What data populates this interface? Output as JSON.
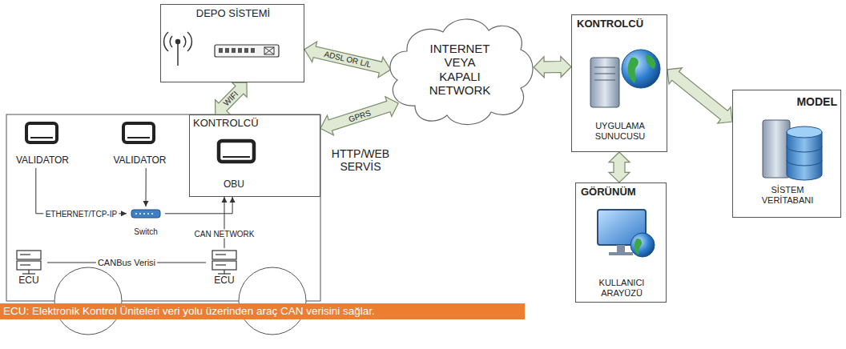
{
  "diagram": {
    "nodes": [
      {
        "text": [
          "DEPO SİSTEMİ"
        ]
      },
      {
        "text": [
          "INTERNET VEYA KAPALI NETWORK"
        ]
      },
      {
        "text": [
          "KONTROLCÜ",
          "UYGULAMA SUNUCUSU"
        ]
      },
      {
        "text": [
          "MODEL",
          "SİSTEM VERİTABANI"
        ]
      },
      {
        "text": [
          "VALIDATOR"
        ]
      },
      {
        "text": [
          "VALIDATOR"
        ]
      },
      {
        "text": [
          "KONTROLCÜ",
          "OBU"
        ]
      },
      {
        "text": [
          "Switch"
        ]
      },
      {
        "text": [
          "ECU"
        ]
      },
      {
        "text": [
          "ECU"
        ]
      },
      {
        "text": [
          "GÖRÜNÜM",
          "KULLANICI ARAYÜZÜ"
        ]
      }
    ],
    "edges": [
      {
        "from": 0,
        "to": 1,
        "arrow": "both",
        "label": "ADSL OR L/L"
      },
      {
        "from": 6,
        "to": 0,
        "arrow": "both",
        "label": "WIFI"
      },
      {
        "from": 6,
        "to": 1,
        "arrow": "both",
        "label": "GPRS"
      },
      {
        "from": 1,
        "to": 2,
        "arrow": "both"
      },
      {
        "from": 2,
        "to": 3,
        "arrow": "both"
      },
      {
        "from": 2,
        "to": 10,
        "arrow": "both"
      },
      {
        "from": 4,
        "to": 7,
        "arrow": "to",
        "label": "ETHERNET/TCP-IP"
      },
      {
        "from": 5,
        "to": 7,
        "arrow": "to"
      },
      {
        "from": 7,
        "to": 6,
        "arrow": "to"
      },
      {
        "from": 8,
        "to": 9,
        "arrow": "none",
        "label": "CANBus Verisi"
      },
      {
        "from": 9,
        "to": 6,
        "arrow": "to",
        "label": "CAN NETWORK"
      }
    ],
    "labels": [
      "HTTP/WEB SERVİS",
      "ECU: Elektronik Kontrol Üniteleri veri yolu üzerinden araç CAN verisini sağlar."
    ]
  }
}
